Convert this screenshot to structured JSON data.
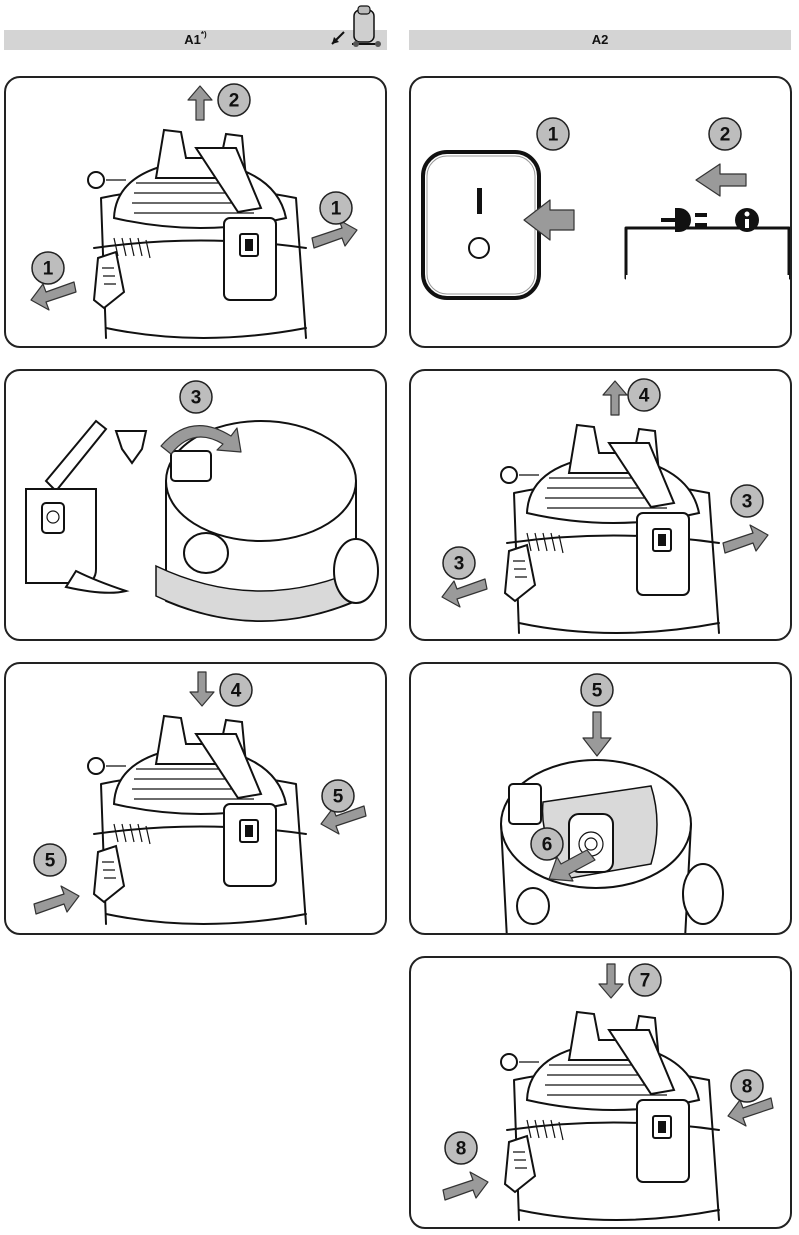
{
  "headers": {
    "a1": {
      "label": "A1",
      "superscript": "*)"
    },
    "a2": {
      "label": "A2"
    }
  },
  "panels": {
    "a1_1": {
      "steps": [
        "1",
        "1",
        "2"
      ]
    },
    "a1_2": {
      "steps": [
        "3"
      ]
    },
    "a1_3": {
      "steps": [
        "4",
        "5",
        "5"
      ]
    },
    "a2_1": {
      "steps": [
        "1",
        "2"
      ]
    },
    "a2_2": {
      "steps": [
        "3",
        "3",
        "4"
      ]
    },
    "a2_3": {
      "steps": [
        "5",
        "6"
      ]
    },
    "a2_4": {
      "steps": [
        "7",
        "8",
        "8"
      ]
    }
  },
  "icons": [
    "vacuum-cleaner-icon",
    "power-switch-icon",
    "power-plug-icon",
    "info-icon"
  ],
  "colors": {
    "header_bg": "#d4d4d4",
    "step_circle": "#bdbdbd",
    "arrow": "#9a9a9a"
  }
}
